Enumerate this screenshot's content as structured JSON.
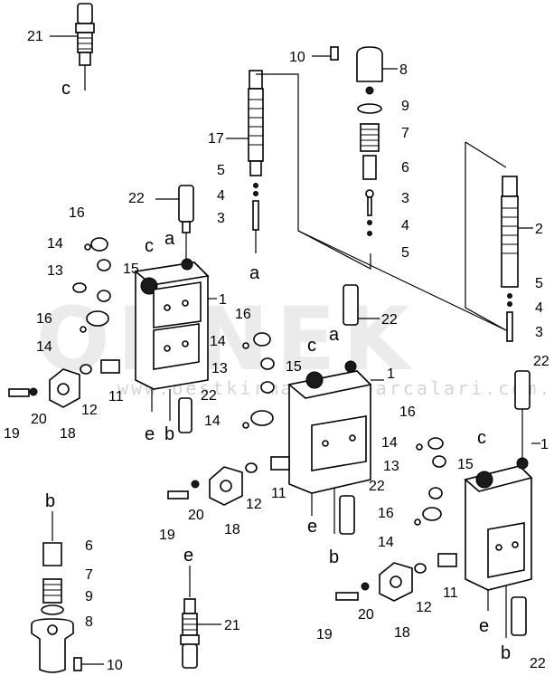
{
  "watermark": {
    "brand": "ODNEK",
    "url": "www.bestkirmatlikiparcalari.com.tr"
  },
  "labels": {
    "l21_top": "21",
    "c_top": "c",
    "l10_top": "10",
    "l8_top": "8",
    "l9_top": "9",
    "l7_top": "7",
    "l6_top": "6",
    "l3_top": "3",
    "l4_top": "4",
    "l5_top": "5",
    "l17": "17",
    "l5_a": "5",
    "l4_a": "4",
    "l3_a": "3",
    "a_mid": "a",
    "l22_a": "22",
    "l16_a": "16",
    "l14_a": "14",
    "c_a": "c",
    "a_a": "a",
    "l13_a": "13",
    "l15_a": "15",
    "l1_a": "1",
    "l16_a2": "16",
    "l14_a2": "14",
    "l11_a": "11",
    "l12_a": "12",
    "l19_a": "19",
    "l20_a": "20",
    "l18_a": "18",
    "e_a": "e",
    "b_a": "b",
    "l2_r": "2",
    "l5_r": "5",
    "l4_r": "4",
    "l3_r": "3",
    "l22_r": "22",
    "l22_b": "22",
    "l16_b": "16",
    "l14_b": "14",
    "c_b": "c",
    "a_b": "a",
    "l1_b": "1",
    "l13_b": "13",
    "l15_b": "15",
    "l22_b2": "22",
    "l16_b2": "16",
    "l14_b2": "14",
    "l11_b": "11",
    "l12_b": "12",
    "l19_b": "19",
    "l20_b": "20",
    "l18_b": "18",
    "e_b": "e",
    "b_b": "b",
    "l22_b3": "22",
    "l16_c": "16",
    "l14_c": "14",
    "l13_c": "13",
    "l15_c": "15",
    "c_c": "c",
    "l1_c": "1",
    "l16_c2": "16",
    "l14_c2": "14",
    "l11_c": "11",
    "l12_c": "12",
    "l19_c": "19",
    "l20_c": "20",
    "l18_c": "18",
    "e_c": "e",
    "b_c": "b",
    "l22_c": "22",
    "b_bl": "b",
    "l6_bl": "6",
    "l7_bl": "7",
    "l9_bl": "9",
    "l8_bl": "8",
    "l10_bl": "10",
    "e_bm": "e",
    "l21_bm": "21"
  }
}
